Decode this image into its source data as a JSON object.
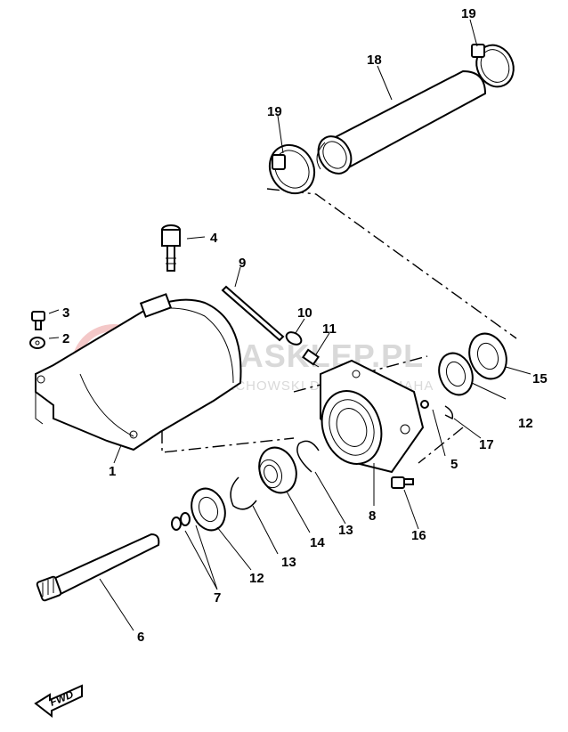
{
  "watermark": {
    "main_text": "YAMASKLEP.PL",
    "sub_text": "WOJCIECHOWSKI DEALER YAMAHA",
    "color": "#e88a8a"
  },
  "fwd_label": "FWD",
  "callouts": [
    {
      "id": "c1",
      "text": "1"
    },
    {
      "id": "c2",
      "text": "2"
    },
    {
      "id": "c3",
      "text": "3"
    },
    {
      "id": "c4",
      "text": "4"
    },
    {
      "id": "c5",
      "text": "5"
    },
    {
      "id": "c6",
      "text": "6"
    },
    {
      "id": "c7",
      "text": "7"
    },
    {
      "id": "c8",
      "text": "8"
    },
    {
      "id": "c9",
      "text": "9"
    },
    {
      "id": "c10",
      "text": "10"
    },
    {
      "id": "c11",
      "text": "11"
    },
    {
      "id": "c12a",
      "text": "12"
    },
    {
      "id": "c12b",
      "text": "12"
    },
    {
      "id": "c13a",
      "text": "13"
    },
    {
      "id": "c13b",
      "text": "13"
    },
    {
      "id": "c14",
      "text": "14"
    },
    {
      "id": "c15",
      "text": "15"
    },
    {
      "id": "c16",
      "text": "16"
    },
    {
      "id": "c17",
      "text": "17"
    },
    {
      "id": "c18",
      "text": "18"
    },
    {
      "id": "c19a",
      "text": "19"
    },
    {
      "id": "c19b",
      "text": "19"
    }
  ]
}
